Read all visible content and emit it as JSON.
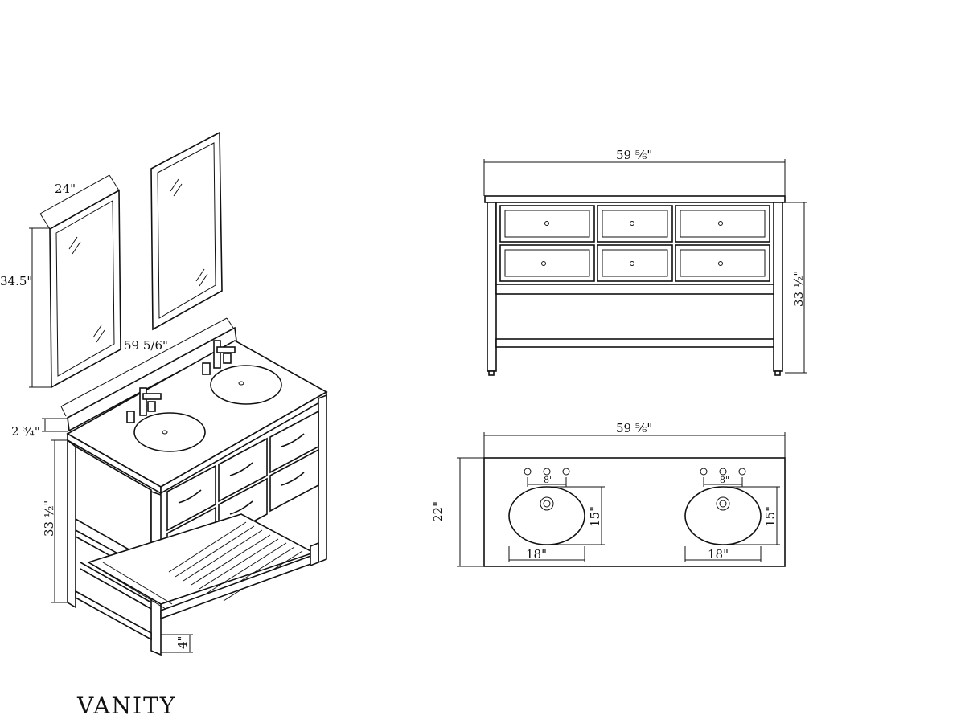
{
  "title": "VANITY",
  "iso": {
    "mirror_width": "24\"",
    "mirror_height": "34.5\"",
    "vanity_width": "59 5/6\"",
    "top_thickness": "2 ¾\"",
    "vanity_height": "33 ½\"",
    "leg_height": "4\""
  },
  "front": {
    "width": "59 ⅚\"",
    "height": "33 ½\""
  },
  "top_view": {
    "width": "59 ⅚\"",
    "depth": "22\"",
    "sinks": [
      {
        "faucet_spread": "8\"",
        "basin_width": "18\"",
        "basin_depth": "15\""
      },
      {
        "faucet_spread": "8\"",
        "basin_width": "18\"",
        "basin_depth": "15\""
      }
    ]
  }
}
